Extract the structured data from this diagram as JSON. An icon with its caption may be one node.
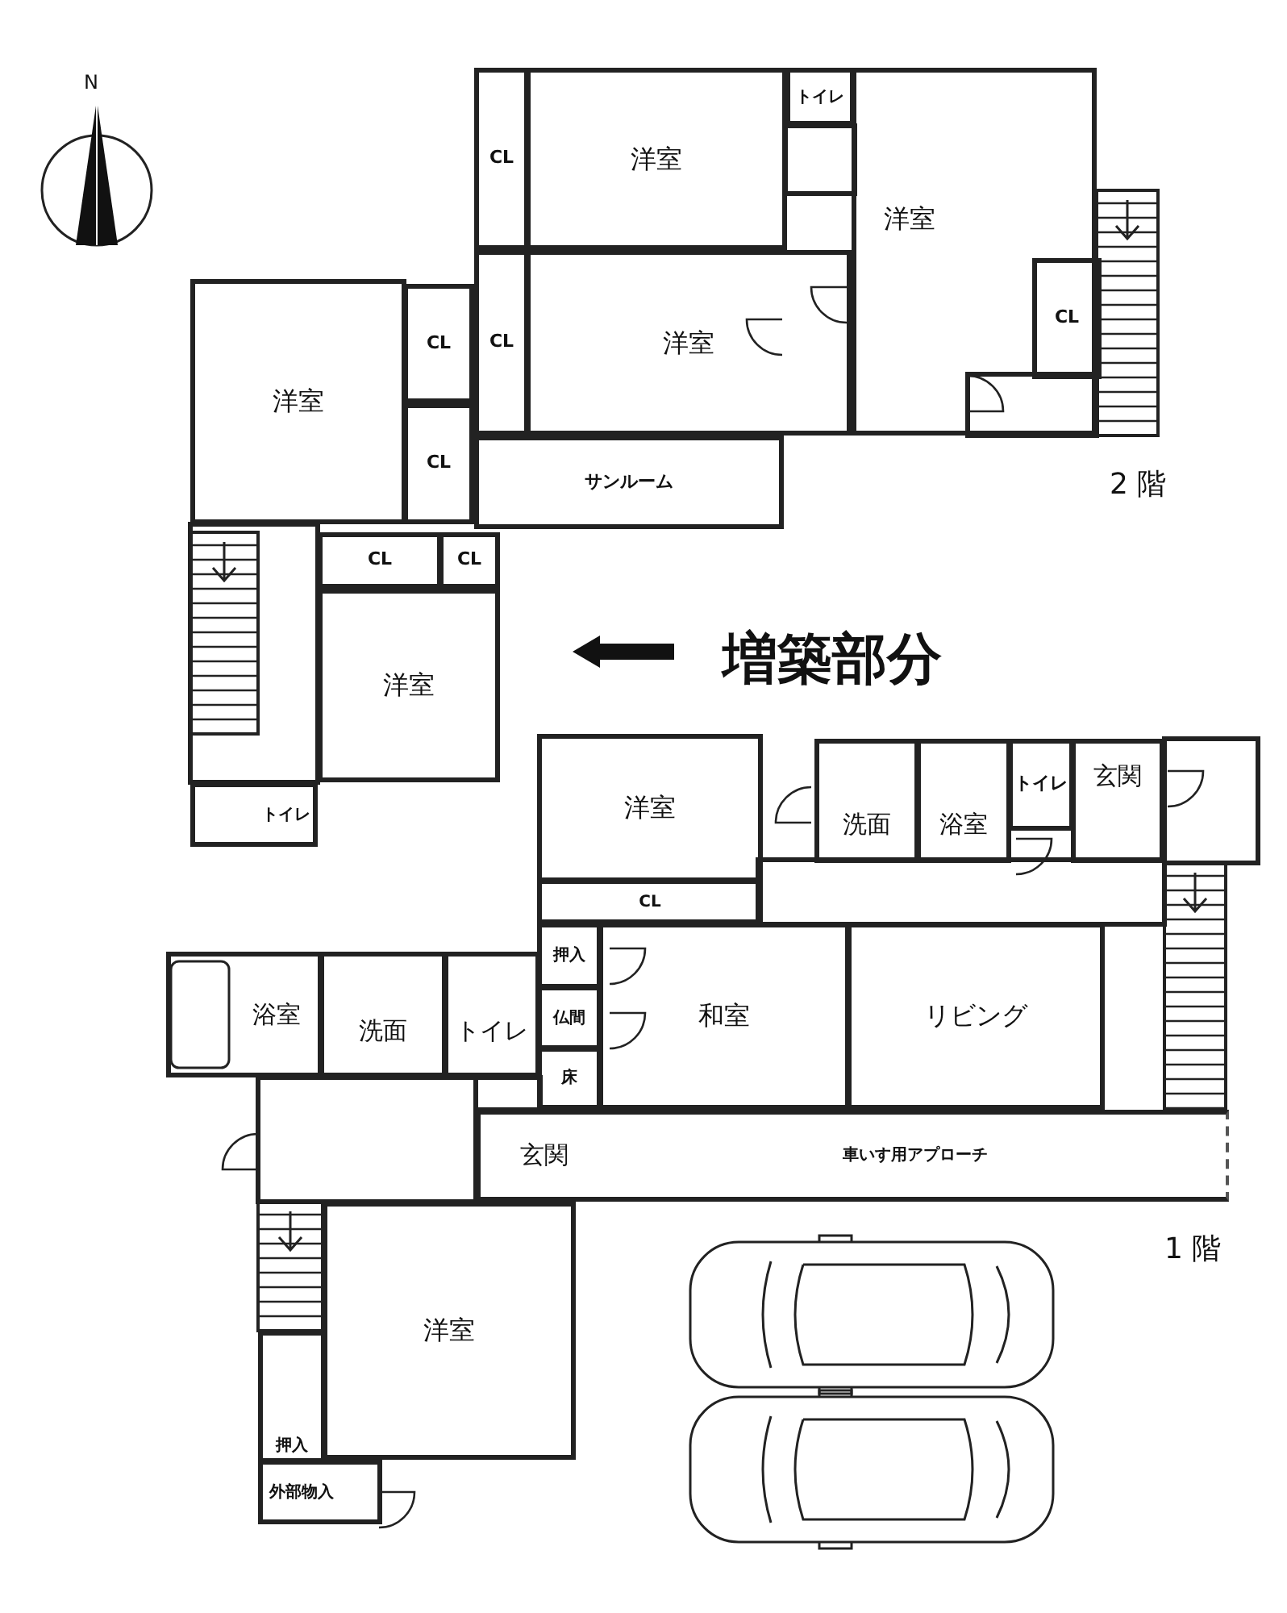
{
  "diagram": {
    "nodes": [
      {
        "text": [
          "CL"
        ]
      },
      {
        "text": [
          "洋室"
        ]
      },
      {
        "text": [
          "トイレ"
        ]
      },
      {
        "text": [
          "洋室"
        ]
      },
      {
        "text": [
          "CL"
        ],
        "in": 3
      },
      {
        "text": [
          "CL"
        ]
      },
      {
        "text": [
          "洋室"
        ]
      },
      {
        "text": [
          "洋室"
        ]
      },
      {
        "text": [
          "CL"
        ]
      },
      {
        "text": [
          "CL"
        ]
      },
      {
        "text": [
          "サンルーム"
        ]
      },
      {
        "text": [
          "CL"
        ]
      },
      {
        "text": [
          "CL"
        ]
      },
      {
        "text": [
          "洋室"
        ]
      },
      {
        "text": [
          "トイレ"
        ]
      },
      {
        "text": [
          "洋室"
        ]
      },
      {
        "text": [
          "洗面"
        ]
      },
      {
        "text": [
          "浴室"
        ]
      },
      {
        "text": [
          "トイレ"
        ]
      },
      {
        "text": [
          "玄関"
        ]
      },
      {
        "text": [
          "CL"
        ]
      },
      {
        "text": [
          "押入"
        ]
      },
      {
        "text": [
          "和室"
        ]
      },
      {
        "text": [
          "リビング"
        ]
      },
      {
        "text": [
          "仏間"
        ]
      },
      {
        "text": [
          "床"
        ]
      },
      {
        "text": [
          "浴室"
        ]
      },
      {
        "text": [
          "洗面"
        ]
      },
      {
        "text": [
          "トイレ"
        ]
      },
      {
        "text": [
          "玄関"
        ]
      },
      {
        "text": [
          "車いす用アプローチ"
        ]
      },
      {
        "text": [
          "洋室"
        ]
      },
      {
        "text": [
          "押入"
        ]
      },
      {
        "text": [
          "外部物入"
        ]
      }
    ],
    "labels": [
      "N",
      "2 階",
      "増築部分",
      "1 階"
    ]
  }
}
